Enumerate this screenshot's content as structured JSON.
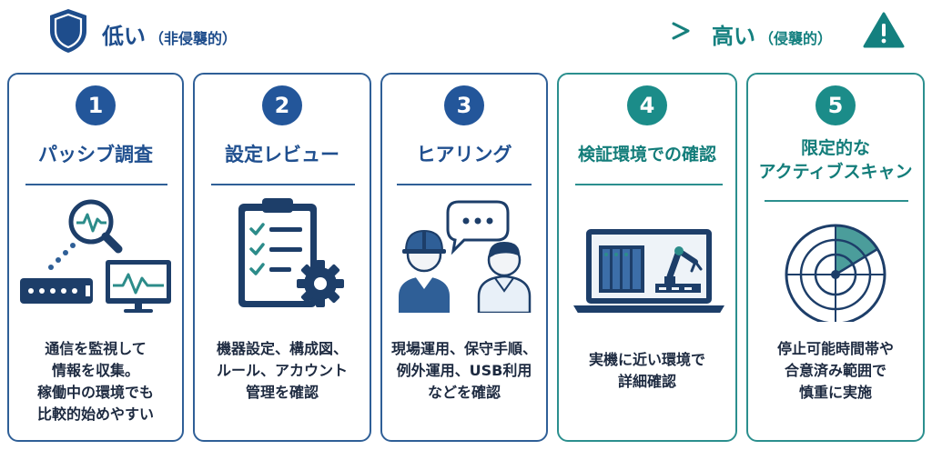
{
  "scale": {
    "low_label": "低い",
    "low_sub": "（非侵襲的）",
    "high_label": "高い",
    "high_sub": "（侵襲的）"
  },
  "cards": [
    {
      "number": "1",
      "title": [
        "パッシブ調査"
      ],
      "description": [
        "通信を監視して",
        "情報を収集。",
        "稼働中の環境でも",
        "比較的始めやすい"
      ],
      "icon": "network-monitor-icon"
    },
    {
      "number": "2",
      "title": [
        "設定レビュー"
      ],
      "description": [
        "機器設定、構成図、",
        "ルール、アカウント",
        "管理を確認"
      ],
      "icon": "checklist-gear-icon"
    },
    {
      "number": "3",
      "title": [
        "ヒアリング"
      ],
      "description": [
        "現場運用、保守手順、",
        "例外運用、USB利用",
        "などを確認"
      ],
      "icon": "interview-people-icon"
    },
    {
      "number": "4",
      "title": [
        "検証環境での確認"
      ],
      "description": [
        "実機に近い環境で",
        "詳細確認"
      ],
      "icon": "laptop-robot-icon"
    },
    {
      "number": "5",
      "title": [
        "限定的な",
        "アクティブスキャン"
      ],
      "description": [
        "停止可能時間帯や",
        "合意済み範囲で",
        "慎重に実施"
      ],
      "icon": "radar-icon"
    }
  ],
  "colors": {
    "blue": "#23569a",
    "teal": "#1b8c89",
    "border_blue": "#2f5f97",
    "border_teal": "#2b8f8e"
  }
}
